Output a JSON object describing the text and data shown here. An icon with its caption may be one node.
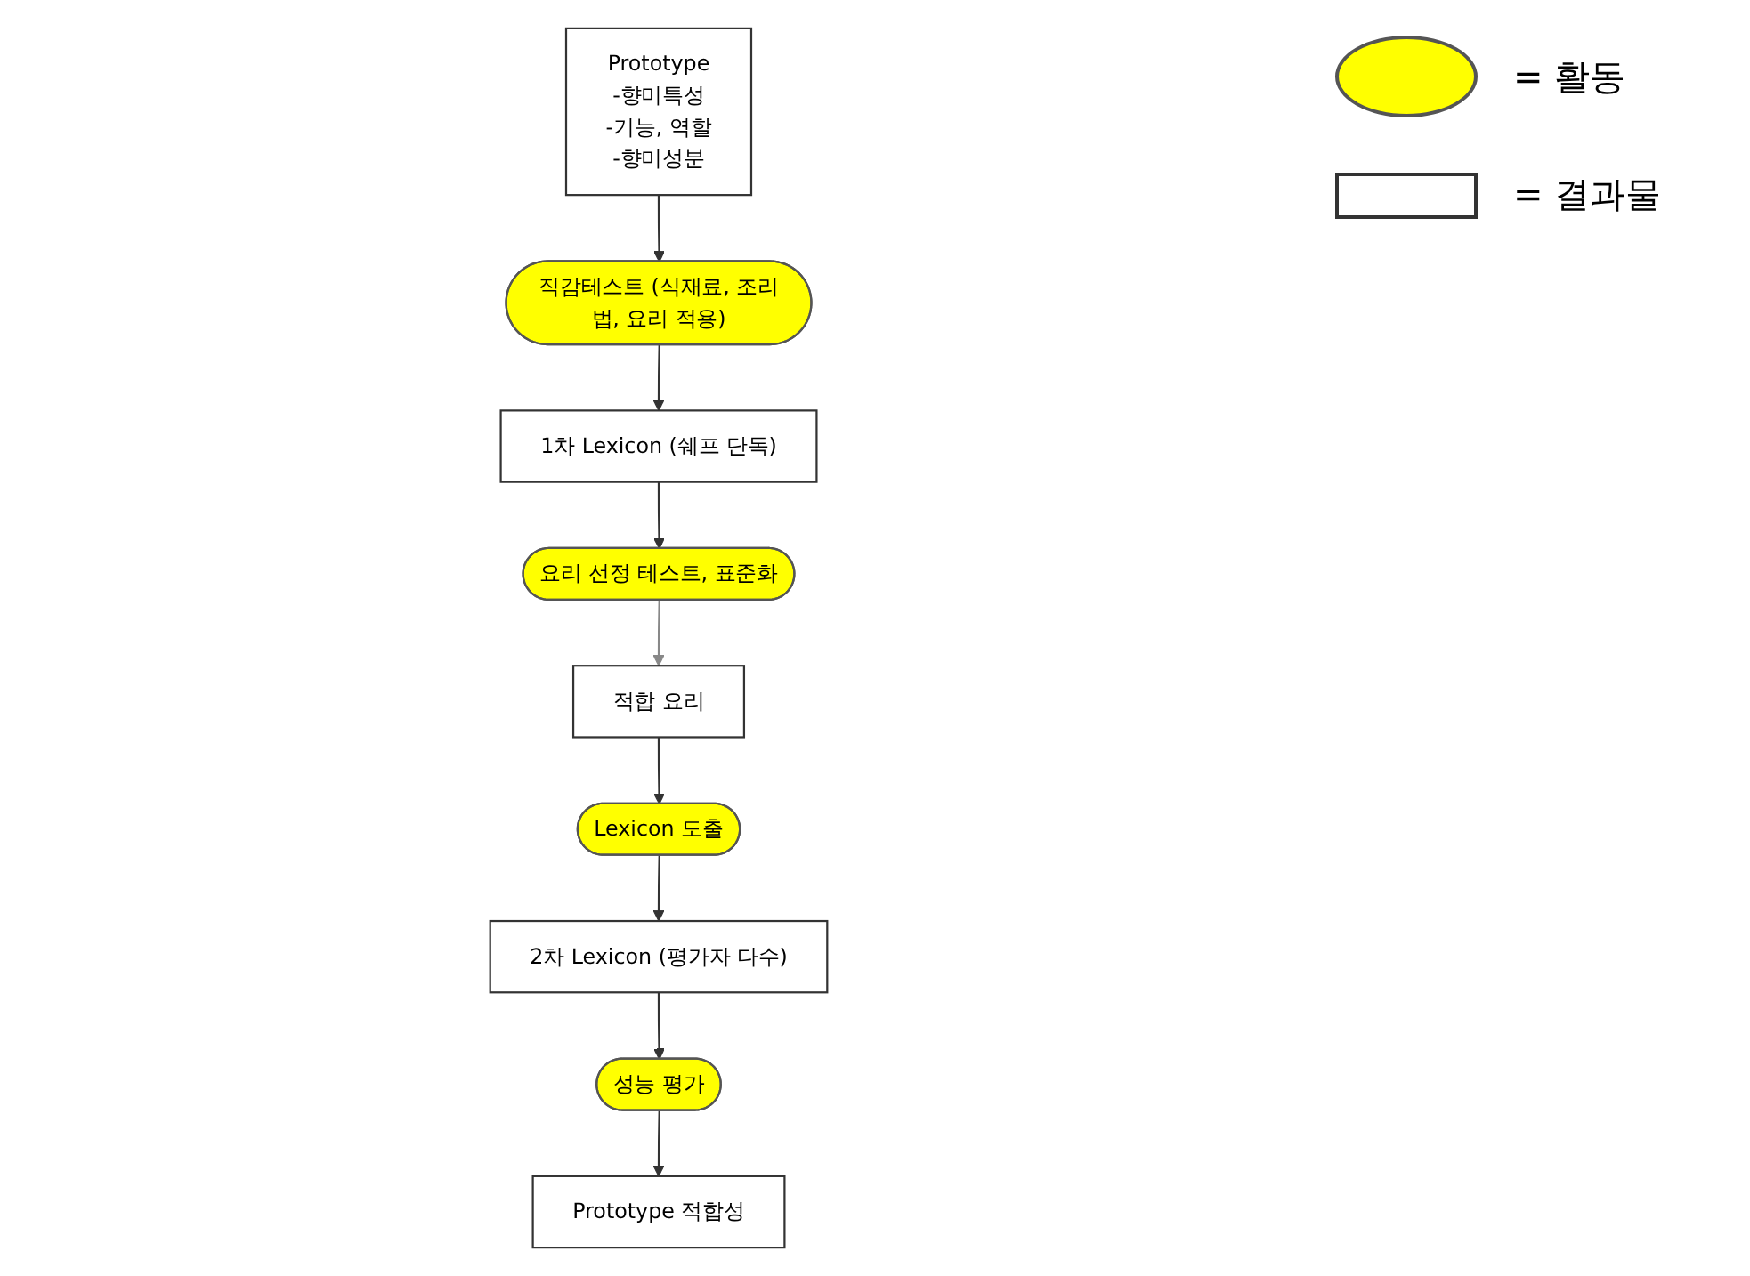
{
  "diagram": {
    "nodes": [
      {
        "text": [
          "Prototype",
          "-향미특성",
          "-기능, 역할",
          "-향미성분"
        ]
      },
      {
        "text": [
          "직감테스트 (식재료, 조리법, 요리 적용)"
        ]
      },
      {
        "text": [
          "1차 Lexicon (쉐프 단독)"
        ]
      },
      {
        "text": [
          "요리 선정 테스트, 표준화"
        ]
      },
      {
        "text": [
          "적합 요리"
        ]
      },
      {
        "text": [
          "Lexicon 도출"
        ]
      },
      {
        "text": [
          "2차 Lexicon (평가자 다수)"
        ]
      },
      {
        "text": [
          "성능 평가"
        ]
      },
      {
        "text": [
          "Prototype 적합성"
        ]
      }
    ],
    "edges": [
      {
        "from": 0,
        "to": 1,
        "arrow": "to"
      },
      {
        "from": 1,
        "to": 2,
        "arrow": "to"
      },
      {
        "from": 2,
        "to": 3,
        "arrow": "to"
      },
      {
        "from": 3,
        "to": 4,
        "arrow": "to",
        "color": "#888888"
      },
      {
        "from": 4,
        "to": 5,
        "arrow": "to"
      },
      {
        "from": 5,
        "to": 6,
        "arrow": "to"
      },
      {
        "from": 6,
        "to": 7,
        "arrow": "to"
      },
      {
        "from": 7,
        "to": 8,
        "arrow": "to"
      }
    ],
    "legend": [
      {
        "text": "= 활동",
        "color": "#ffff00"
      },
      {
        "text": "= 결과물",
        "color": "#ffffff"
      }
    ]
  }
}
